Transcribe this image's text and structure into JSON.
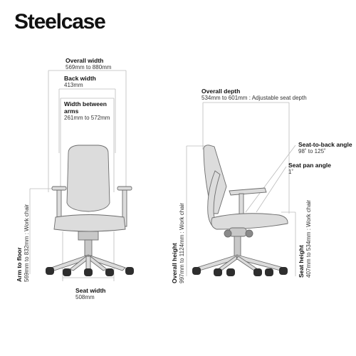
{
  "brand": {
    "logo_text": "Steelcase"
  },
  "front_view": {
    "overall_width": {
      "title": "Overall width",
      "value": "569mm to 880mm"
    },
    "back_width": {
      "title": "Back width",
      "value": "413mm"
    },
    "width_between_arms": {
      "title": "Width between arms",
      "value": "261mm to 572mm"
    },
    "arm_to_floor": {
      "title": "Arm to floor",
      "value": "569mm to 832mm : Work chair"
    },
    "seat_width": {
      "title": "Seat width",
      "value": "508mm"
    }
  },
  "side_view": {
    "overall_depth": {
      "title": "Overall depth",
      "value": "534mm to 601mm : Adjustable seat depth"
    },
    "seat_to_back_angle": {
      "title": "Seat-to-back angle",
      "value": "98˚ to 125˚"
    },
    "seat_pan_angle": {
      "title": "Seat pan angle",
      "value": "1˚"
    },
    "overall_height": {
      "title": "Overall height",
      "value": "997mm to 1124mm : Work chair"
    },
    "seat_height": {
      "title": "Seat height",
      "value": "407mm to 534mm : Work chair"
    }
  }
}
